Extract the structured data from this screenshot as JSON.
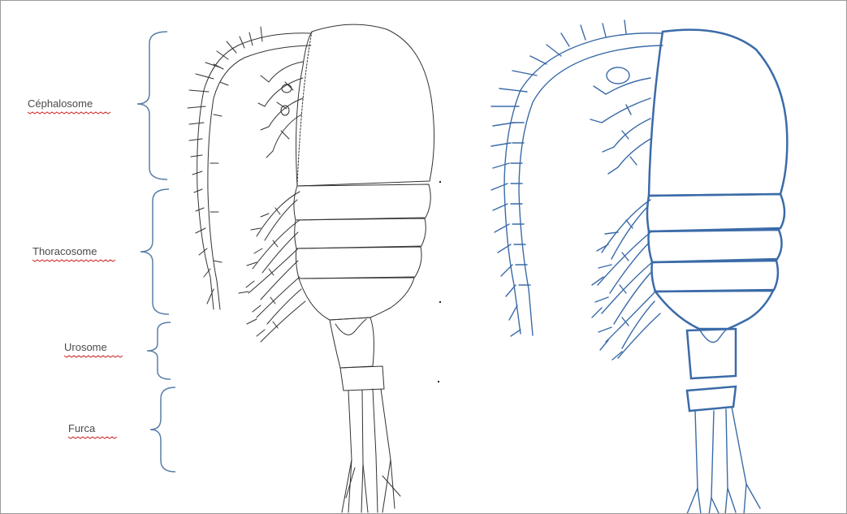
{
  "labels": {
    "cephalosome": "Céphalosome",
    "thoracosome": "Thoracosome",
    "urosome": "Urosome",
    "furca": "Furca"
  },
  "colors": {
    "left_drawing": "#333333",
    "right_drawing": "#3b6ba8",
    "bracket": "#5a7fa8",
    "spellcheck_underline": "#cc2222"
  }
}
